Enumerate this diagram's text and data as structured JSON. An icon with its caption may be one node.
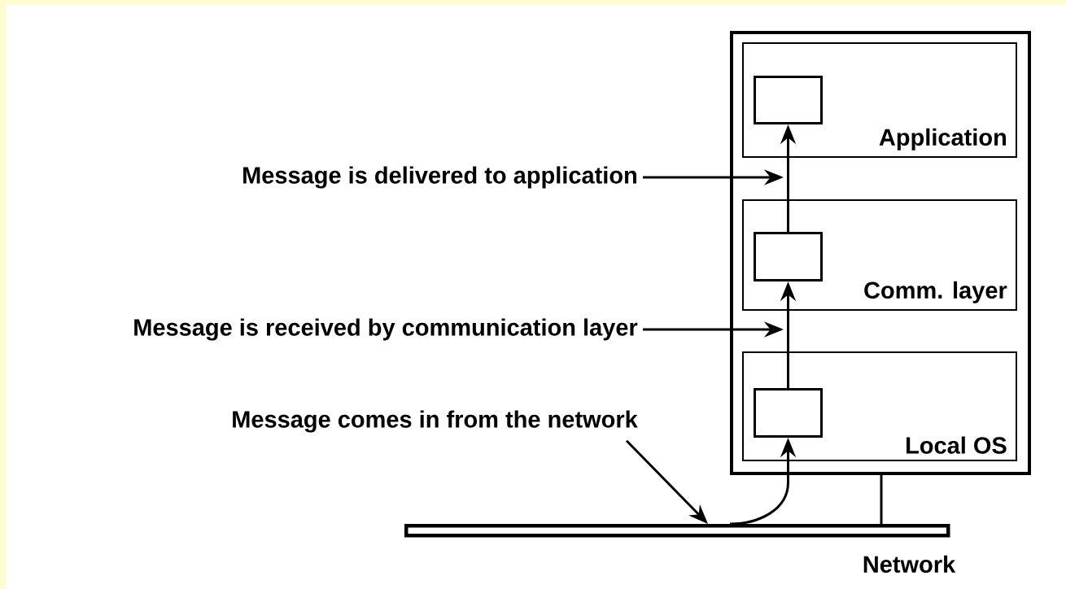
{
  "diagram": {
    "nodes": [
      {
        "text": [],
        "shape": "box"
      },
      {
        "text": [
          "Application"
        ],
        "in": 0
      },
      {
        "text": [],
        "shape": "box",
        "in": 1
      },
      {
        "text": [
          "Comm. layer"
        ],
        "in": 0
      },
      {
        "text": [],
        "shape": "box",
        "in": 3
      },
      {
        "text": [
          "Local OS"
        ],
        "in": 0
      },
      {
        "text": [],
        "shape": "box",
        "in": 5
      },
      {
        "text": [],
        "shape": "bar",
        "beside": [
          "Network"
        ]
      },
      {
        "text": [
          "Message is delivered to application"
        ]
      },
      {
        "text": [
          "Message is received by communication layer"
        ]
      },
      {
        "text": [
          "Message comes in from the network"
        ]
      }
    ],
    "edges": [
      {
        "from": 8,
        "to": null,
        "arrow": "to"
      },
      {
        "from": 4,
        "to": 2,
        "arrow": "to"
      },
      {
        "from": 9,
        "to": null,
        "arrow": "to"
      },
      {
        "from": 6,
        "to": 4,
        "arrow": "to"
      },
      {
        "from": 10,
        "to": 7,
        "arrow": "to"
      },
      {
        "from": 7,
        "to": 6,
        "arrow": "to"
      },
      {
        "from": 0,
        "to": 7,
        "arrow": "none"
      }
    ]
  }
}
